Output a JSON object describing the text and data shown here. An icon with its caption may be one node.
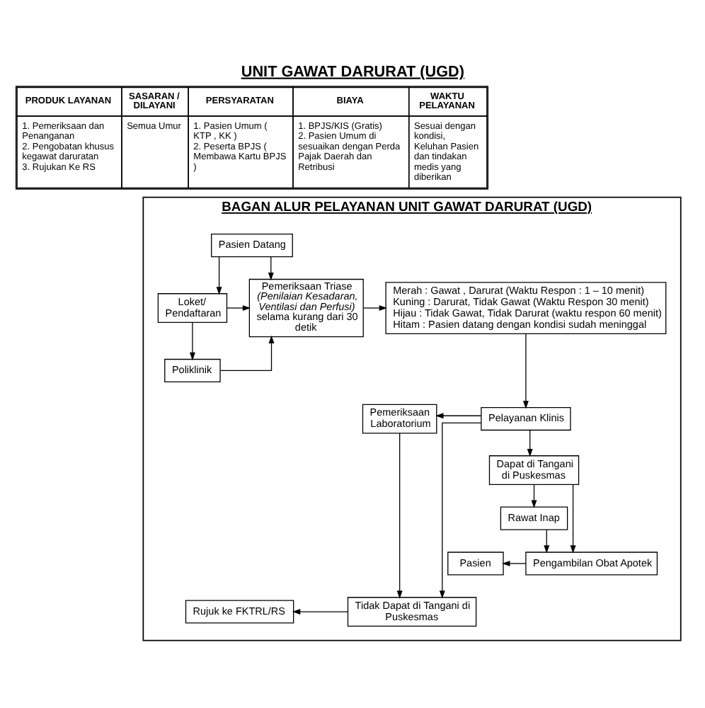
{
  "diagram": {
    "title": "UNIT GAWAT DARURAT (UGD)",
    "nodes": [
      {
        "text": [
          "BAGAN ALUR PELAYANAN UNIT GAWAT DARURAT (UGD)"
        ]
      },
      {
        "text": [
          "Pasien Datang"
        ],
        "in": 0
      },
      {
        "text": [
          "Loket/ Pendaftaran"
        ],
        "in": 0
      },
      {
        "text": [
          "Pemeriksaan Triase",
          "(Penilaian Kesadaran, Ventilasi dan Perfusi)",
          "selama kurang dari 30 detik"
        ],
        "in": 0
      },
      {
        "text": [
          "Merah : Gawat , Darurat (Waktu Respon : 1 – 10 menit)",
          "Kuning : Darurat, Tidak Gawat (Waktu Respon 30 menit)",
          "Hijau : Tidak Gawat, Tidak Darurat (waktu respon 60 menit)",
          "Hitam : Pasien datang dengan kondisi sudah meninggal"
        ],
        "in": 0
      },
      {
        "text": [
          "Poliklinik"
        ],
        "in": 0
      },
      {
        "text": [
          "Pemeriksaan Laboratorium"
        ],
        "in": 0
      },
      {
        "text": [
          "Pelayanan Klinis"
        ],
        "in": 0
      },
      {
        "text": [
          "Dapat di Tangani di Puskesmas"
        ],
        "in": 0
      },
      {
        "text": [
          "Rawat Inap"
        ],
        "in": 0
      },
      {
        "text": [
          "Pasien"
        ],
        "in": 0
      },
      {
        "text": [
          "Pengambilan Obat Apotek"
        ],
        "in": 0
      },
      {
        "text": [
          "Rujuk ke FKTRL/RS"
        ],
        "in": 0
      },
      {
        "text": [
          "Tidak Dapat di Tangani di Puskesmas"
        ],
        "in": 0
      }
    ],
    "edges": [
      {
        "from": 1,
        "to": 2,
        "arrow": "to"
      },
      {
        "from": 1,
        "to": 3,
        "arrow": "to"
      },
      {
        "from": 2,
        "to": 5,
        "arrow": "to"
      },
      {
        "from": 2,
        "to": 3,
        "arrow": "to"
      },
      {
        "from": 5,
        "to": 3,
        "arrow": "to"
      },
      {
        "from": 3,
        "to": 4,
        "arrow": "to"
      },
      {
        "from": 4,
        "to": 7,
        "arrow": "to"
      },
      {
        "from": 7,
        "to": 6,
        "arrow": "to"
      },
      {
        "from": 7,
        "to": 8,
        "arrow": "to"
      },
      {
        "from": 7,
        "to": 13,
        "arrow": "to"
      },
      {
        "from": 8,
        "to": 9,
        "arrow": "to"
      },
      {
        "from": 8,
        "to": 11,
        "arrow": "to"
      },
      {
        "from": 9,
        "to": 11,
        "arrow": "to"
      },
      {
        "from": 11,
        "to": 10,
        "arrow": "to"
      },
      {
        "from": 13,
        "to": 12,
        "arrow": "to"
      },
      {
        "from": 6,
        "to": 13,
        "arrow": "to"
      }
    ],
    "labels": [
      "PRODUK LAYANAN",
      "SASARAN / DILAYANI",
      "PERSYARATAN",
      "BIAYA",
      "WAKTU PELAYANAN",
      "1. Pemeriksaan dan Penanganan",
      "2. Pengobatan khusus kegawat daruratan",
      "3. Rujukan Ke RS",
      "Semua Umur",
      "1. Pasien Umum ( KTP , KK )",
      "2. Peserta BPJS ( Membawa Kartu BPJS )",
      "1. BPJS/KIS (Gratis)",
      "2. Pasien Umum di sesuaikan dengan Perda Pajak Daerah dan Retribusi",
      "Sesuai dengan kondisi, Keluhan Pasien dan tindakan medis yang diberikan"
    ]
  }
}
